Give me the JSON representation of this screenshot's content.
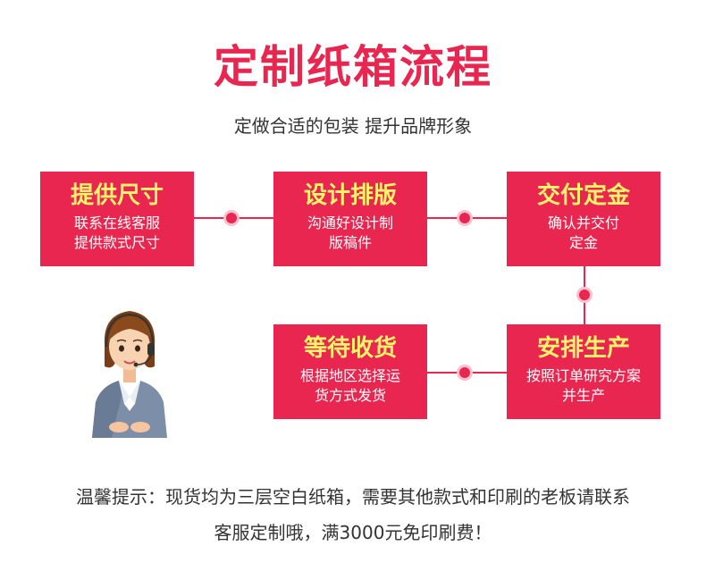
{
  "header": {
    "title": "定制纸箱流程",
    "subtitle": "定做合适的包装 提升品牌形象"
  },
  "steps": [
    {
      "title": "提供尺寸",
      "desc1": "联系在线客服",
      "desc2": "提供款式尺寸"
    },
    {
      "title": "设计排版",
      "desc1": "沟通好设计制",
      "desc2": "版稿件"
    },
    {
      "title": "交付定金",
      "desc1": "确认并交付",
      "desc2": "定金"
    },
    {
      "title": "安排生产",
      "desc1": "按照订单研究方案",
      "desc2": "并生产"
    },
    {
      "title": "等待收货",
      "desc1": "根据地区选择运",
      "desc2": "货方式发货"
    }
  ],
  "notice": {
    "line1": "温馨提示：现货均为三层空白纸箱，需要其他款式和印刷的老板请联系",
    "line2": "客服定制哦，满3000元免印刷费！"
  },
  "colors": {
    "accent": "#e8264f",
    "step_title": "#fff56b"
  }
}
